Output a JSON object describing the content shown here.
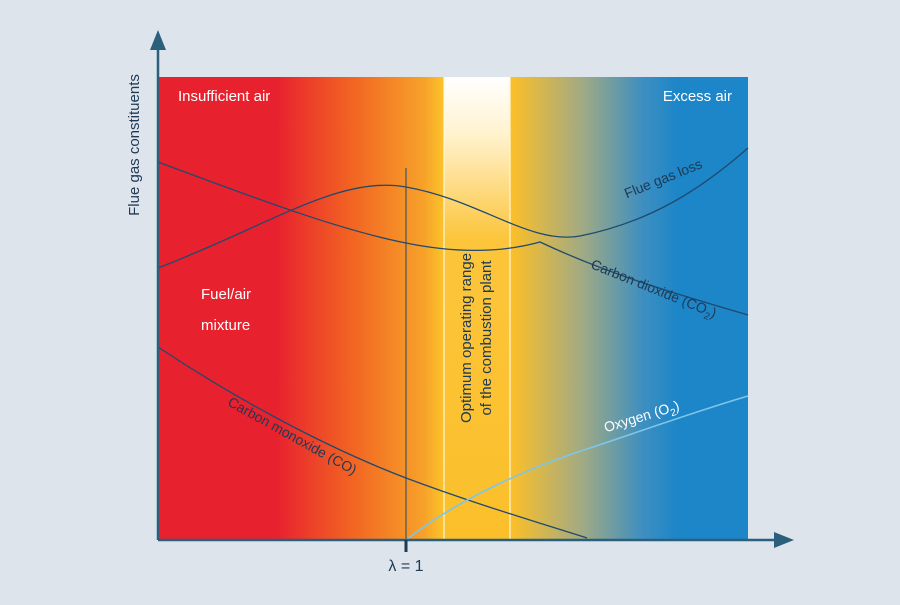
{
  "diagram": {
    "y_axis_label": "Flue gas constituents",
    "x_tick_label": "λ = 1",
    "regions": {
      "left_label": "Insufficient air",
      "right_label": "Excess air",
      "mixture_line1": "Fuel/air",
      "mixture_line2": "mixture",
      "optimum_line1": "Optimum operating range",
      "optimum_line2": "of the combustion plant"
    },
    "curves": {
      "flue_gas_loss": "Flue gas loss",
      "carbon_dioxide_prefix": "Carbon dioxide (CO",
      "carbon_dioxide_sub": "2",
      "carbon_dioxide_suffix": ")",
      "carbon_monoxide": "Carbon monoxide (CO)",
      "oxygen_prefix": "Oxygen (O",
      "oxygen_sub": "2",
      "oxygen_suffix": ")"
    },
    "colors": {
      "background": "#dde4ec",
      "red": "#e8212f",
      "orange": "#f47f1f",
      "yellow": "#fbbf2a",
      "blue": "#1d86c8",
      "curve": "#1f4a6e",
      "oxygen_curve": "#7cc6ea",
      "axis": "#2c5f7c"
    }
  }
}
